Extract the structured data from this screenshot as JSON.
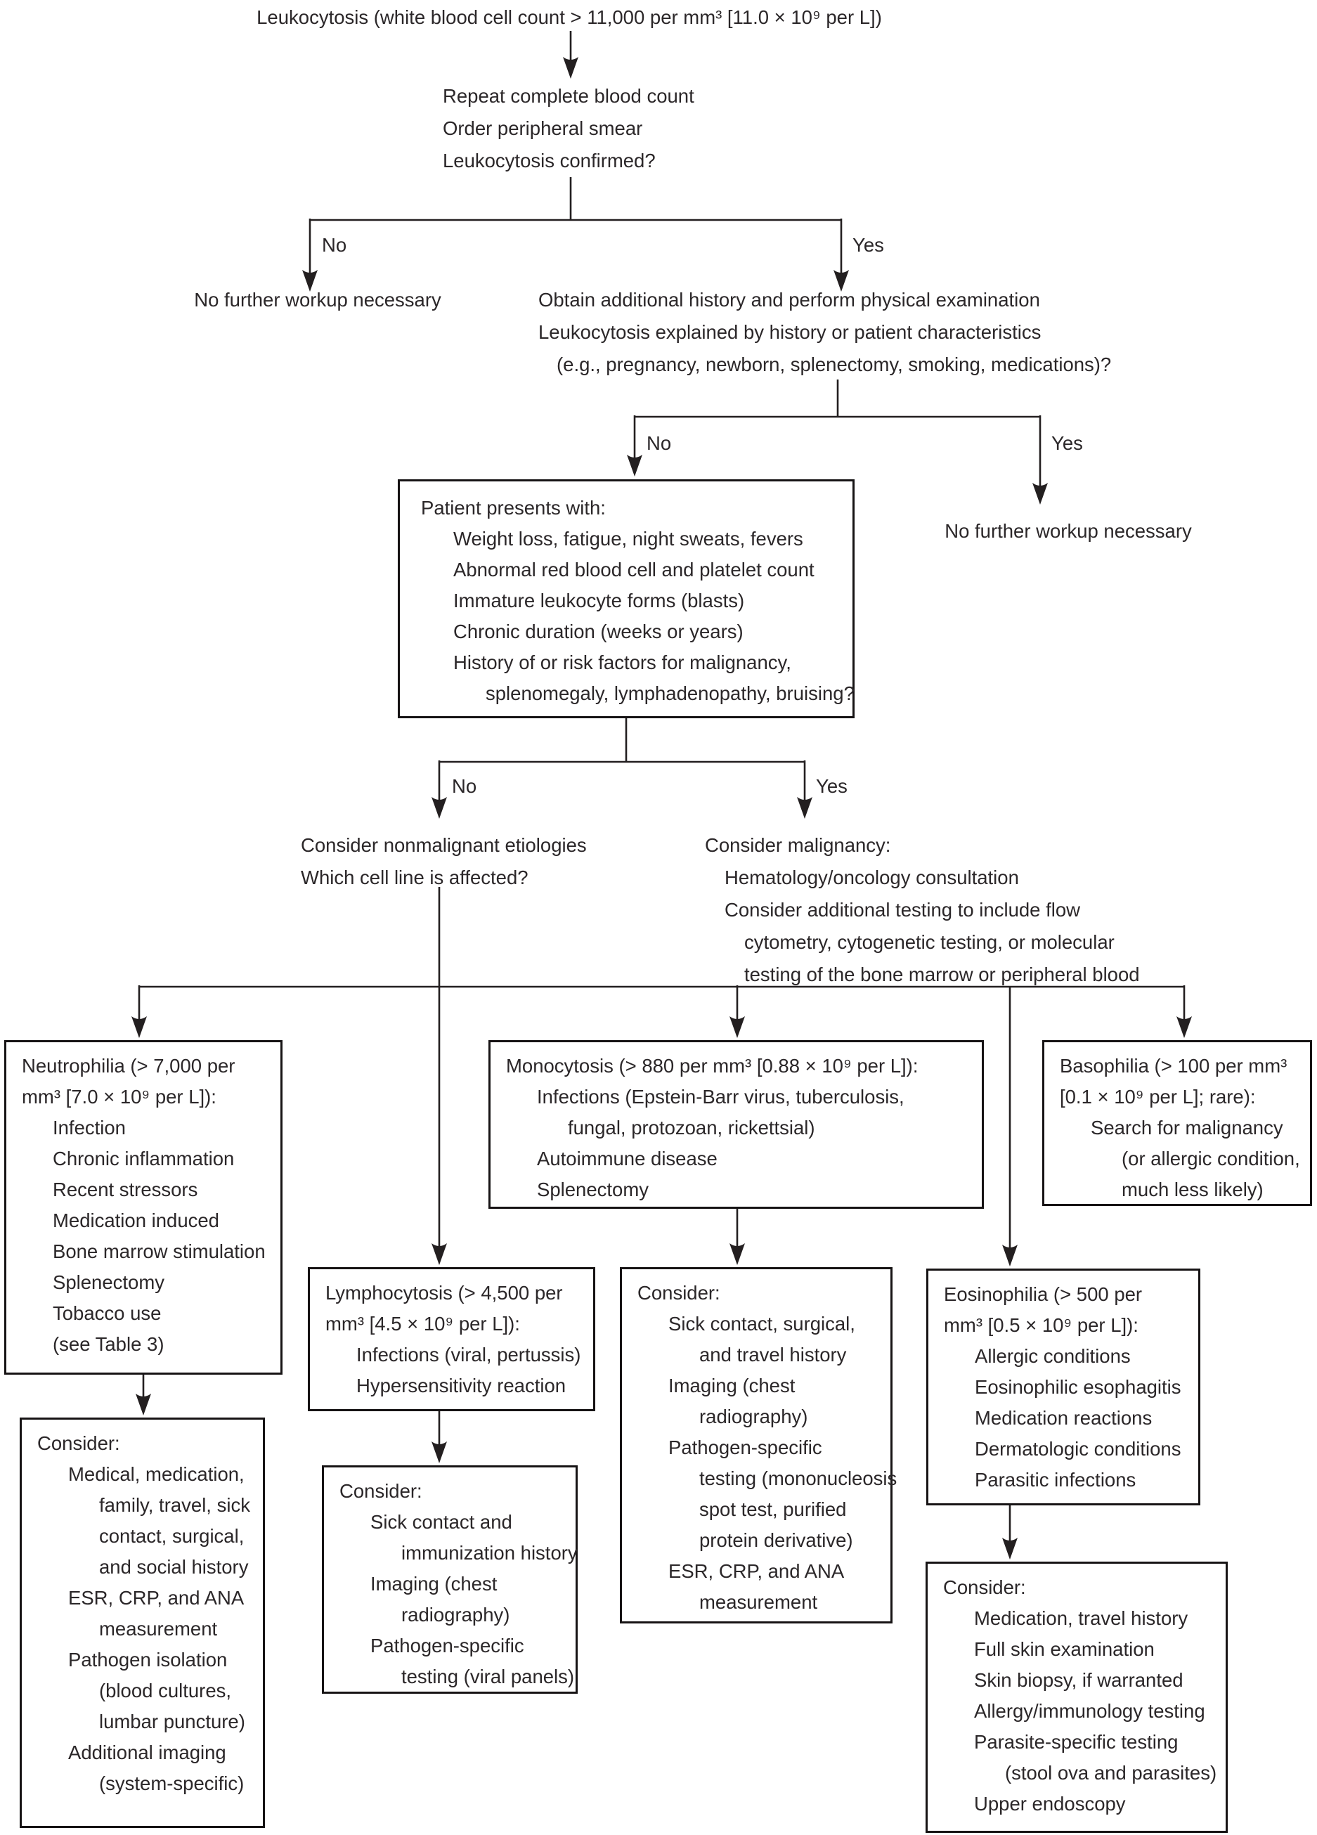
{
  "title": "Leukocytosis (white blood cell count > 11,000 per mm³ [11.0 × 10⁹ per L])",
  "colors": {
    "ink": "#231f20"
  },
  "labels": {
    "no": "No",
    "yes": "Yes"
  },
  "no_workup_left": "No further workup necessary",
  "no_workup_right": "No further workup necessary",
  "confirm": {
    "lines": [
      "Repeat complete blood count",
      "Order peripheral smear",
      "Leukocytosis confirmed?"
    ]
  },
  "history": {
    "lines": [
      "Obtain additional history and perform physical examination",
      "Leukocytosis explained by history or patient characteristics",
      "(e.g., pregnancy, newborn, splenectomy, smoking, medications)?"
    ]
  },
  "nonmalignant": {
    "lines": [
      "Consider nonmalignant etiologies",
      "Which cell line is affected?"
    ]
  },
  "malignancy": {
    "lines": [
      "Consider malignancy:",
      "Hematology/oncology consultation",
      "Consider additional testing to include flow",
      "cytometry, cytogenetic testing, or molecular",
      "testing of the bone marrow or peripheral blood"
    ]
  },
  "boxes": {
    "patient": {
      "lines": [
        "Patient presents with:",
        "Weight loss, fatigue, night sweats, fevers",
        "Abnormal red blood cell and platelet count",
        "Immature leukocyte forms (blasts)",
        "Chronic duration (weeks or years)",
        "History of or risk factors for malignancy,",
        "splenomegaly, lymphadenopathy, bruising?"
      ]
    },
    "neutrophilia": {
      "lines": [
        "Neutrophilia (> 7,000 per",
        "mm³ [7.0 × 10⁹ per L]):",
        "Infection",
        "Chronic inflammation",
        "Recent stressors",
        "Medication induced",
        "Bone marrow stimulation",
        "Splenectomy",
        "Tobacco use",
        "(see Table 3)"
      ]
    },
    "neutrophilia_consider": {
      "lines": [
        "Consider:",
        "Medical, medication,",
        "family, travel, sick",
        "contact, surgical,",
        "and social history",
        "ESR, CRP, and ANA",
        "measurement",
        "Pathogen isolation",
        "(blood cultures,",
        "lumbar puncture)",
        "Additional imaging",
        "(system-specific)"
      ]
    },
    "lymphocytosis": {
      "lines": [
        "Lymphocytosis (> 4,500 per",
        "mm³ [4.5 × 10⁹ per L]):",
        "Infections (viral, pertussis)",
        "Hypersensitivity reaction"
      ]
    },
    "lymphocytosis_consider": {
      "lines": [
        "Consider:",
        "Sick contact and",
        "immunization history",
        "Imaging (chest",
        "radiography)",
        "Pathogen-specific",
        "testing (viral panels)"
      ]
    },
    "monocytosis": {
      "lines": [
        "Monocytosis (> 880 per mm³ [0.88 × 10⁹ per L]):",
        "Infections (Epstein-Barr virus, tuberculosis,",
        "fungal, protozoan, rickettsial)",
        "Autoimmune disease",
        "Splenectomy"
      ]
    },
    "monocytosis_consider": {
      "lines": [
        "Consider:",
        "Sick contact, surgical,",
        "and travel history",
        "Imaging (chest",
        "radiography)",
        "Pathogen-specific",
        "testing (mononucleosis",
        "spot test, purified",
        "protein derivative)",
        "ESR, CRP, and ANA",
        "measurement"
      ]
    },
    "eosinophilia": {
      "lines": [
        "Eosinophilia (> 500 per",
        "mm³ [0.5 × 10⁹ per L]):",
        "Allergic conditions",
        "Eosinophilic esophagitis",
        "Medication reactions",
        "Dermatologic conditions",
        "Parasitic infections"
      ]
    },
    "eosinophilia_consider": {
      "lines": [
        "Consider:",
        "Medication, travel history",
        "Full skin examination",
        "Skin biopsy, if warranted",
        "Allergy/immunology testing",
        "Parasite-specific testing",
        "(stool ova and parasites)",
        "Upper endoscopy"
      ]
    },
    "basophilia": {
      "lines": [
        "Basophilia (> 100 per mm³",
        "[0.1 × 10⁹ per L]; rare):",
        "Search for malignancy",
        "(or allergic condition,",
        "much less likely)"
      ]
    }
  }
}
